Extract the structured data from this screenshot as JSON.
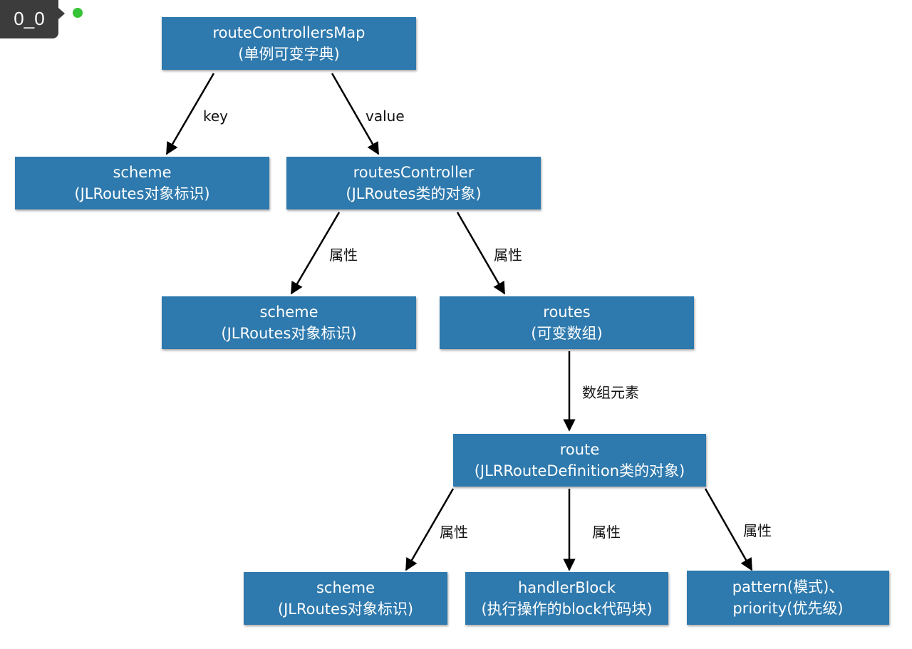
{
  "badge": {
    "label": "0_0"
  },
  "nodes": {
    "root": {
      "line1": "routeControllersMap",
      "line2": "(单例可变字典)"
    },
    "scheme_key": {
      "line1": "scheme",
      "line2": "(JLRoutes对象标识)"
    },
    "routes_controller": {
      "line1": "routesController",
      "line2": "(JLRoutes类的对象)"
    },
    "scheme_attr": {
      "line1": "scheme",
      "line2": "(JLRoutes对象标识)"
    },
    "routes": {
      "line1": "routes",
      "line2": "(可变数组)"
    },
    "route": {
      "line1": "route",
      "line2": "(JLRRouteDefinition类的对象)"
    },
    "scheme_leaf": {
      "line1": "scheme",
      "line2": "(JLRoutes对象标识)"
    },
    "handler_block": {
      "line1": "handlerBlock",
      "line2": "(执行操作的block代码块)"
    },
    "pattern_priority": {
      "line1": "pattern(模式)、",
      "line2": "priority(优先级)"
    }
  },
  "edges": {
    "key": "key",
    "value": "value",
    "attr_scheme": "属性",
    "attr_routes": "属性",
    "array_element": "数组元素",
    "attr_scheme_leaf": "属性",
    "attr_handler": "属性",
    "attr_pattern": "属性"
  },
  "colors": {
    "node_fill": "#2e79ad",
    "node_text": "#ffffff",
    "edge": "#000000",
    "status_dot": "#35c437"
  }
}
